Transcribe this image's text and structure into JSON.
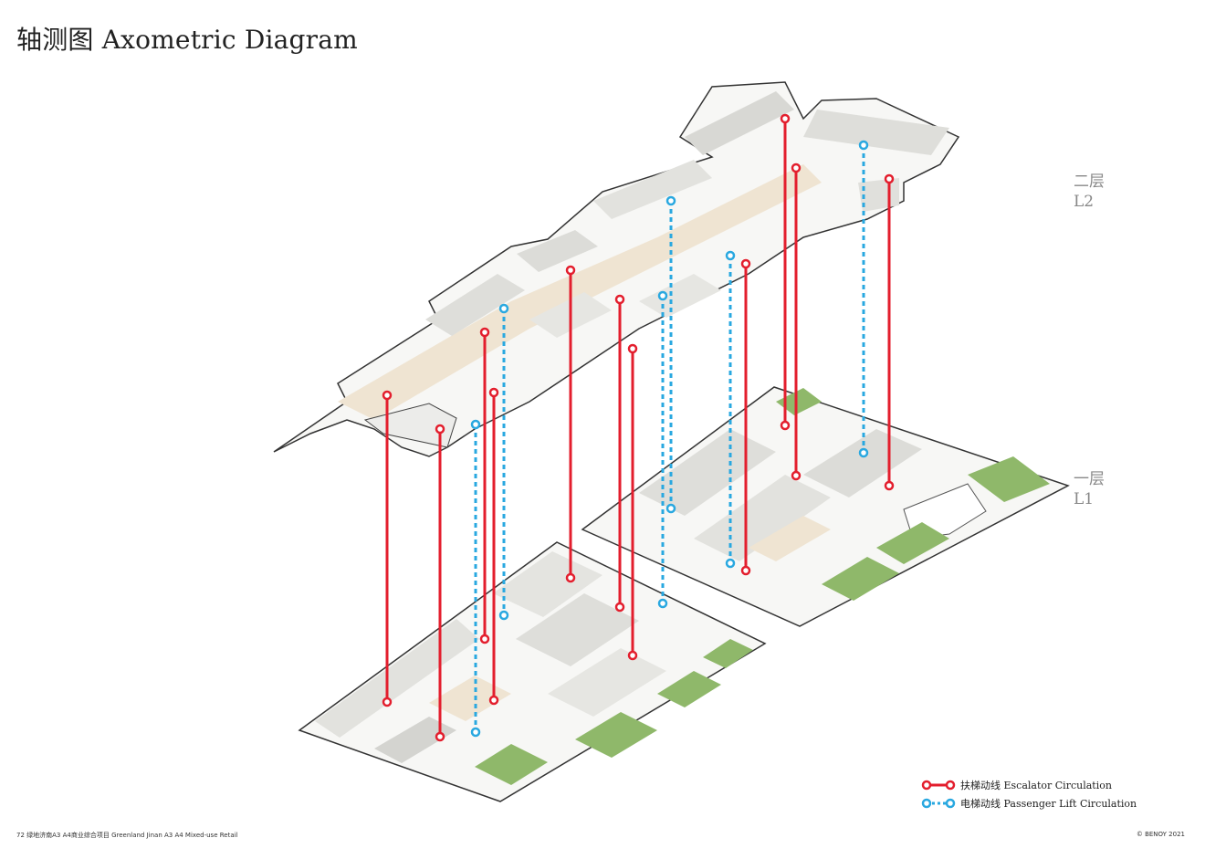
{
  "page": {
    "title": "轴测图 Axometric Diagram",
    "footer_left": "72 绿地济南A3 A4商业综合项目 Greenland Jinan A3 A4 Mixed-use Retail",
    "footer_right": "© BENOY 2021"
  },
  "levels": [
    {
      "cn": "二层",
      "en": "L2"
    },
    {
      "cn": "一层",
      "en": "L1"
    }
  ],
  "legend": {
    "escalator": "扶梯动线 Escalator Circulation",
    "lift": "电梯动线 Passenger Lift Circulation"
  },
  "colors": {
    "escalator": "#e31e2d",
    "lift": "#29a8e0",
    "slab": "#f7f7f5",
    "corridor": "#efe4d2",
    "landscape": "#8fb86a",
    "outline": "#333333"
  },
  "circulation": {
    "escalators": [
      [
        424,
        433,
        424,
        769
      ],
      [
        482,
        470,
        482,
        807
      ],
      [
        531,
        364,
        531,
        700
      ],
      [
        541,
        430,
        541,
        767
      ],
      [
        625,
        296,
        625,
        633
      ],
      [
        679,
        328,
        679,
        665
      ],
      [
        693,
        382,
        693,
        718
      ],
      [
        817,
        289,
        817,
        625
      ],
      [
        860,
        130,
        860,
        466
      ],
      [
        872,
        184,
        872,
        521
      ],
      [
        974,
        196,
        974,
        532
      ]
    ],
    "lifts": [
      [
        521,
        465,
        521,
        802
      ],
      [
        552,
        338,
        552,
        674
      ],
      [
        735,
        220,
        735,
        557
      ],
      [
        726,
        324,
        726,
        661
      ],
      [
        800,
        280,
        800,
        617
      ],
      [
        946,
        159,
        946,
        496
      ]
    ]
  }
}
